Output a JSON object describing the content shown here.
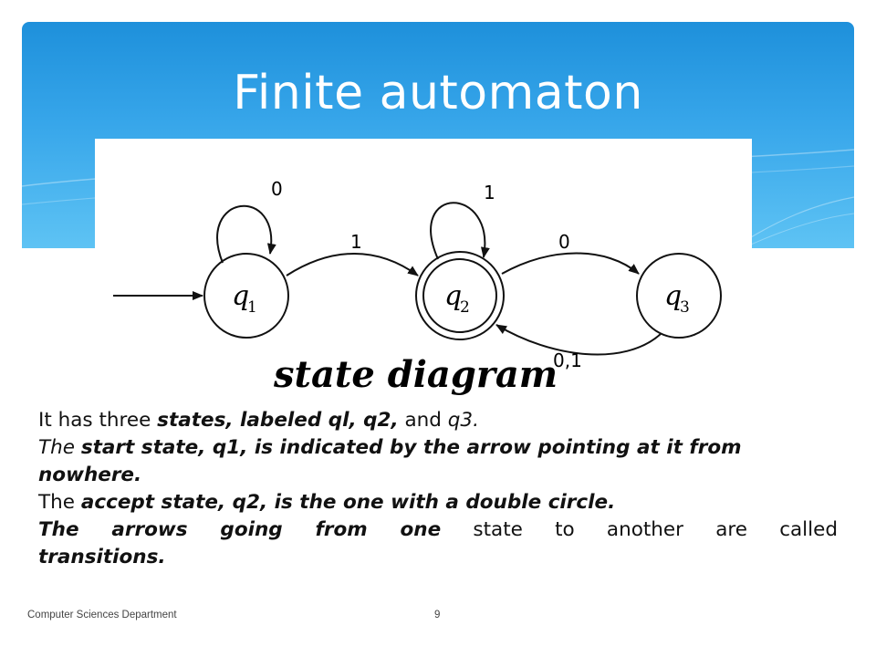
{
  "slide": {
    "title": "Finite automaton",
    "footer_text": "Computer Sciences Department",
    "page_number": "9",
    "colors": {
      "header_top": "#1e90db",
      "header_bottom": "#5ec3f4",
      "text": "#111111"
    }
  },
  "diagram": {
    "states": [
      {
        "id": "q1",
        "base": "q",
        "sub": "1",
        "start": true,
        "accept": false
      },
      {
        "id": "q2",
        "base": "q",
        "sub": "2",
        "start": false,
        "accept": true
      },
      {
        "id": "q3",
        "base": "q",
        "sub": "3",
        "start": false,
        "accept": false
      }
    ],
    "transitions": [
      {
        "from": "q1",
        "to": "q1",
        "label": "0"
      },
      {
        "from": "q1",
        "to": "q2",
        "label": "1"
      },
      {
        "from": "q2",
        "to": "q2",
        "label": "1"
      },
      {
        "from": "q2",
        "to": "q3",
        "label": "0"
      },
      {
        "from": "q3",
        "to": "q2",
        "label": "0,1"
      }
    ],
    "caption": "state diagram"
  },
  "body": {
    "p1": {
      "a": "It has three ",
      "b": "states, labeled ql, q2,",
      "c": " and ",
      "d": "q3."
    },
    "p2": {
      "a": "The ",
      "b": "start state, q1, is indicated by the arrow pointing at it from nowhere."
    },
    "p3": {
      "a": "The ",
      "b": "accept state, q2, is the one with a double circle."
    },
    "p4": {
      "a": "The arrows going from one",
      "b": " state to another are called ",
      "c": "transitions."
    }
  }
}
